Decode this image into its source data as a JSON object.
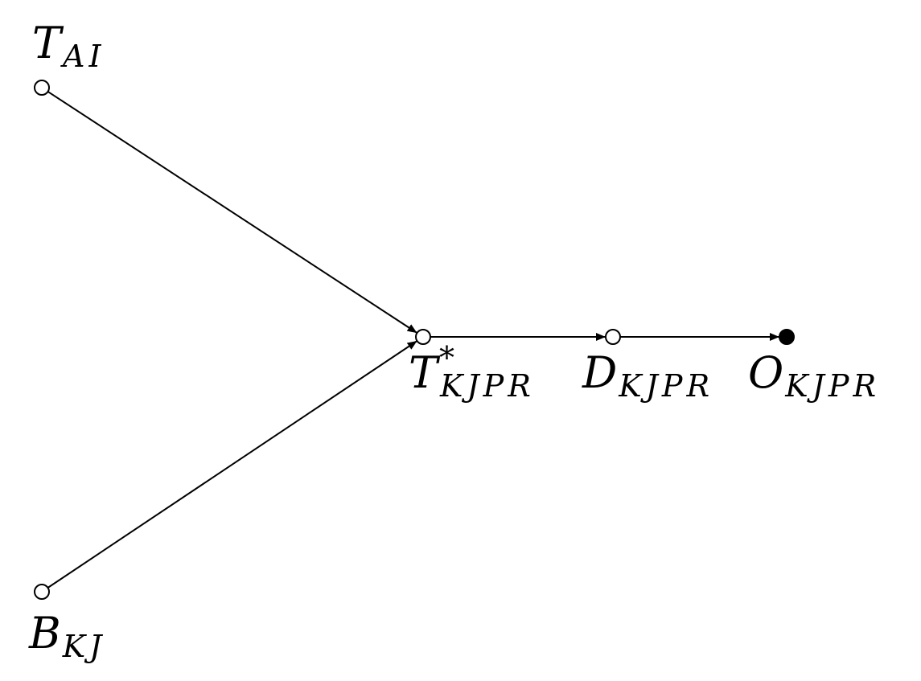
{
  "diagram": {
    "nodes": [
      {
        "id": "T_AI",
        "main": "T",
        "sup": "",
        "sub": "AI",
        "filled": false
      },
      {
        "id": "B_KJ",
        "main": "B",
        "sup": "",
        "sub": "KJ",
        "filled": false
      },
      {
        "id": "T_KJPR_star",
        "main": "T",
        "sup": "*",
        "sub": "KJPR",
        "filled": false
      },
      {
        "id": "D_KJPR",
        "main": "D",
        "sup": "",
        "sub": "KJPR",
        "filled": false
      },
      {
        "id": "O_KJPR",
        "main": "O",
        "sup": "",
        "sub": "KJPR",
        "filled": true
      }
    ],
    "edges": [
      {
        "from": "T_AI",
        "to": "T_KJPR_star"
      },
      {
        "from": "B_KJ",
        "to": "T_KJPR_star"
      },
      {
        "from": "T_KJPR_star",
        "to": "D_KJPR"
      },
      {
        "from": "D_KJPR",
        "to": "O_KJPR"
      }
    ]
  }
}
